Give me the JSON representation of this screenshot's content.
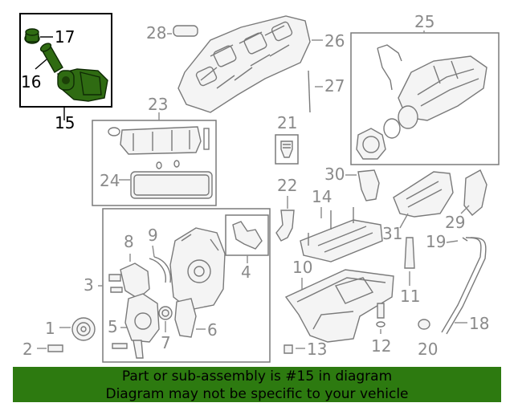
{
  "colors": {
    "highlight_green": "#2f6b12",
    "banner_green": "#2d7a10",
    "callout_gray": "#8a8a8a"
  },
  "callouts": {
    "c1": "1",
    "c2": "2",
    "c3": "3",
    "c4": "4",
    "c5": "5",
    "c6": "6",
    "c7": "7",
    "c8": "8",
    "c9": "9",
    "c10": "10",
    "c11": "11",
    "c12": "12",
    "c13": "13",
    "c14": "14",
    "c15": "15",
    "c16": "16",
    "c17": "17",
    "c18": "18",
    "c19": "19",
    "c20": "20",
    "c21": "21",
    "c22": "22",
    "c23": "23",
    "c24": "24",
    "c25": "25",
    "c26": "26",
    "c27": "27",
    "c28": "28",
    "c29": "29",
    "c30": "30",
    "c31": "31"
  },
  "highlighted_part": "15",
  "banner": {
    "line1": "Part or sub-assembly is #15 in diagram",
    "line2": "Diagram may not be specific to your vehicle"
  }
}
